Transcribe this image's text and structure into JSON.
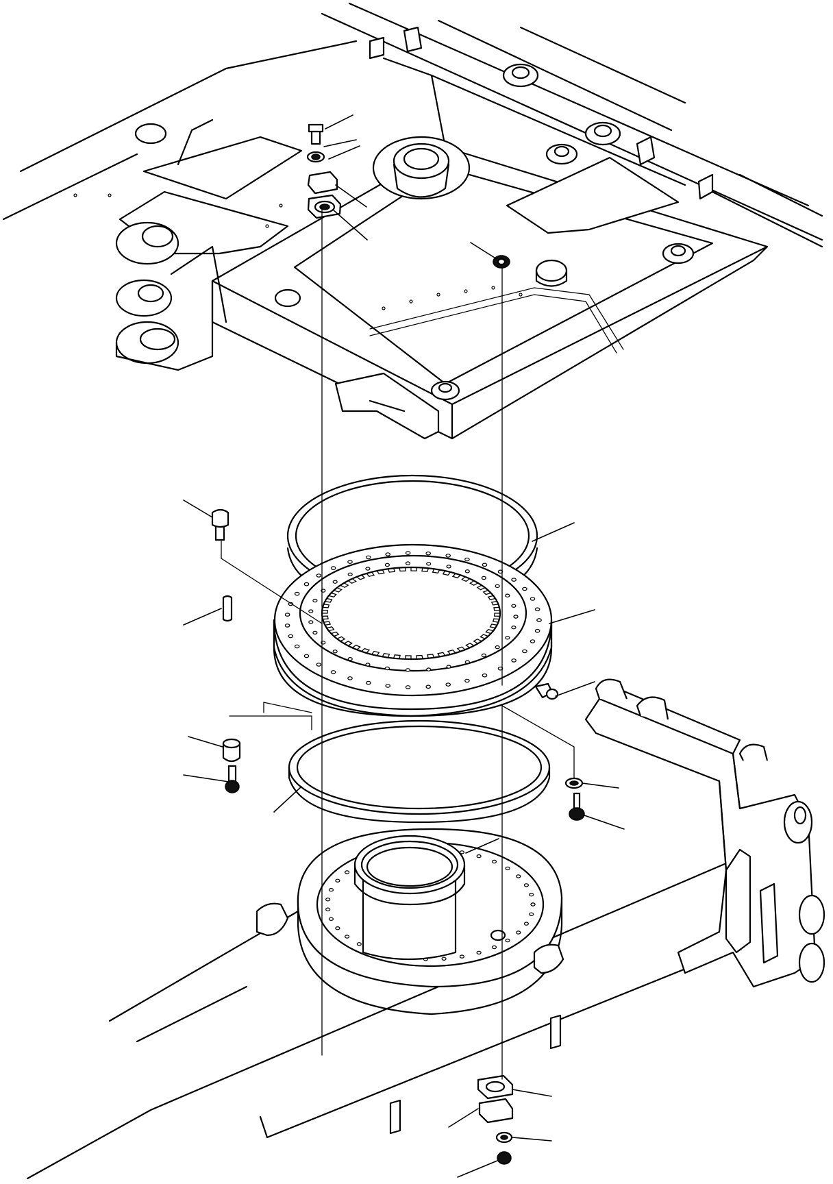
{
  "diagram": {
    "kind": "exploded-parts-illustration",
    "line_color": "#000000",
    "background": "#ffffff",
    "parts": [
      {
        "id": "revolving-frame",
        "label": ""
      },
      {
        "id": "upper-seal-ring",
        "label": ""
      },
      {
        "id": "swing-circle",
        "label": ""
      },
      {
        "id": "lower-seal-ring",
        "label": ""
      },
      {
        "id": "center-swivel-seal",
        "label": ""
      },
      {
        "id": "track-frame",
        "label": ""
      },
      {
        "id": "mounting-bolt",
        "label": ""
      },
      {
        "id": "dowel-pin",
        "label": ""
      },
      {
        "id": "grease-fitting",
        "label": ""
      },
      {
        "id": "spacer",
        "label": ""
      },
      {
        "id": "washer",
        "label": ""
      },
      {
        "id": "nut",
        "label": ""
      },
      {
        "id": "plate",
        "label": ""
      }
    ]
  }
}
